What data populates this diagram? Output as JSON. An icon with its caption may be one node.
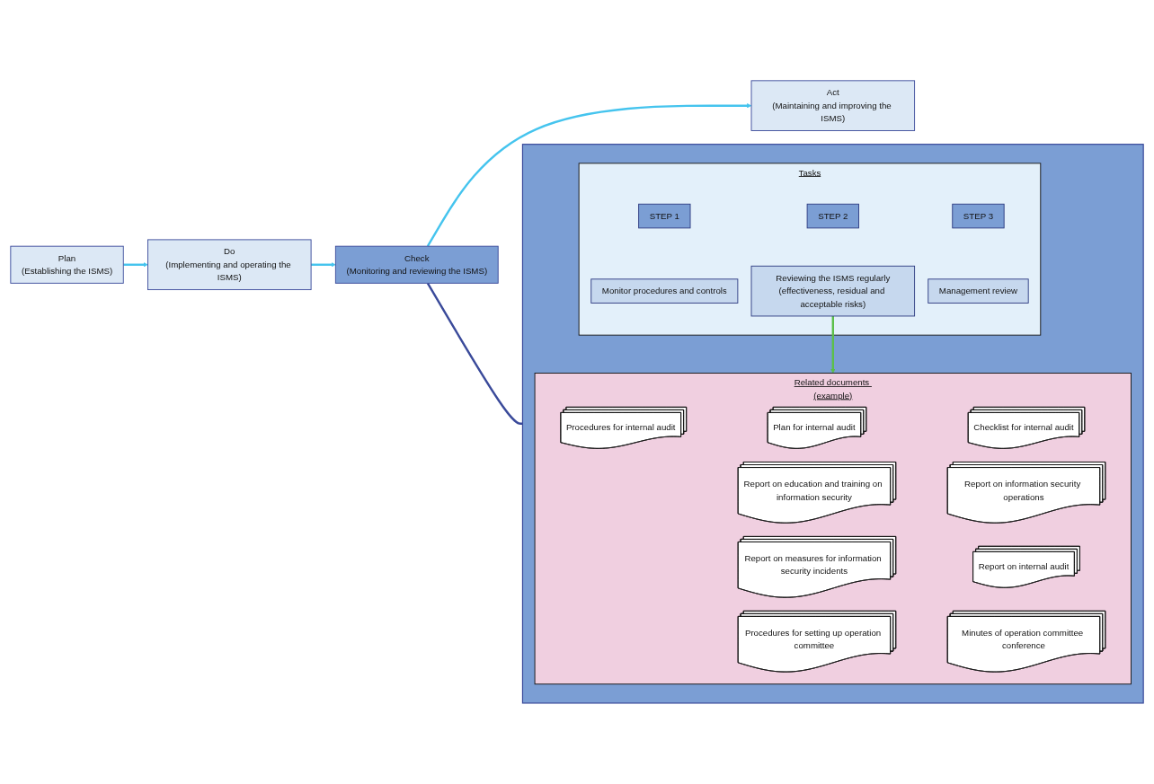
{
  "diagram": {
    "nodes": [
      {
        "text": [
          "Plan",
          "(Establishing the ISMS)"
        ]
      },
      {
        "text": [
          "Do",
          "(Implementing and operating the ISMS)"
        ]
      },
      {
        "text": [
          "Check",
          "(Monitoring and reviewing the ISMS)"
        ]
      },
      {
        "text": [
          "Act",
          "(Maintaining and improving the ISMS)"
        ]
      },
      {
        "text": [],
        "shape": "box"
      },
      {
        "text": [
          "Tasks"
        ],
        "in": 4
      },
      {
        "text": [
          "STEP 1"
        ],
        "in": 5
      },
      {
        "text": [
          "Monitor procedures and controls"
        ],
        "in": 5
      },
      {
        "text": [
          "STEP 2"
        ],
        "in": 5
      },
      {
        "text": [
          "Reviewing the ISMS regularly",
          "(effectiveness, residual and acceptable risks)"
        ],
        "in": 5
      },
      {
        "text": [
          "STEP 3"
        ],
        "in": 5
      },
      {
        "text": [
          "Management review"
        ],
        "in": 5
      },
      {
        "text": [
          "Related documents (example)"
        ],
        "in": 4
      },
      {
        "text": [
          "Procedures for internal audit"
        ],
        "in": 12
      },
      {
        "text": [
          "Plan for internal audit"
        ],
        "in": 12
      },
      {
        "text": [
          "Checklist for internal audit"
        ],
        "in": 12
      },
      {
        "text": [
          "Report on education and training on information security"
        ],
        "in": 12
      },
      {
        "text": [
          "Report on information security operations"
        ],
        "in": 12
      },
      {
        "text": [
          "Report on measures for information security incidents"
        ],
        "in": 12
      },
      {
        "text": [
          "Report on internal audit"
        ],
        "in": 12
      },
      {
        "text": [
          "Procedures for setting up operation committee"
        ],
        "in": 12
      },
      {
        "text": [
          "Minutes of operation committee conference"
        ],
        "in": 12
      }
    ],
    "edges": [
      {
        "from": 0,
        "to": 1,
        "arrow": "to"
      },
      {
        "from": 1,
        "to": 2,
        "arrow": "to"
      },
      {
        "from": 2,
        "to": 3,
        "arrow": "to"
      },
      {
        "from": 2,
        "to": 4,
        "arrow": "none",
        "color": "#3a4a9a"
      },
      {
        "from": 9,
        "to": 12,
        "arrow": "to",
        "color": "#5cbf4a"
      }
    ]
  }
}
